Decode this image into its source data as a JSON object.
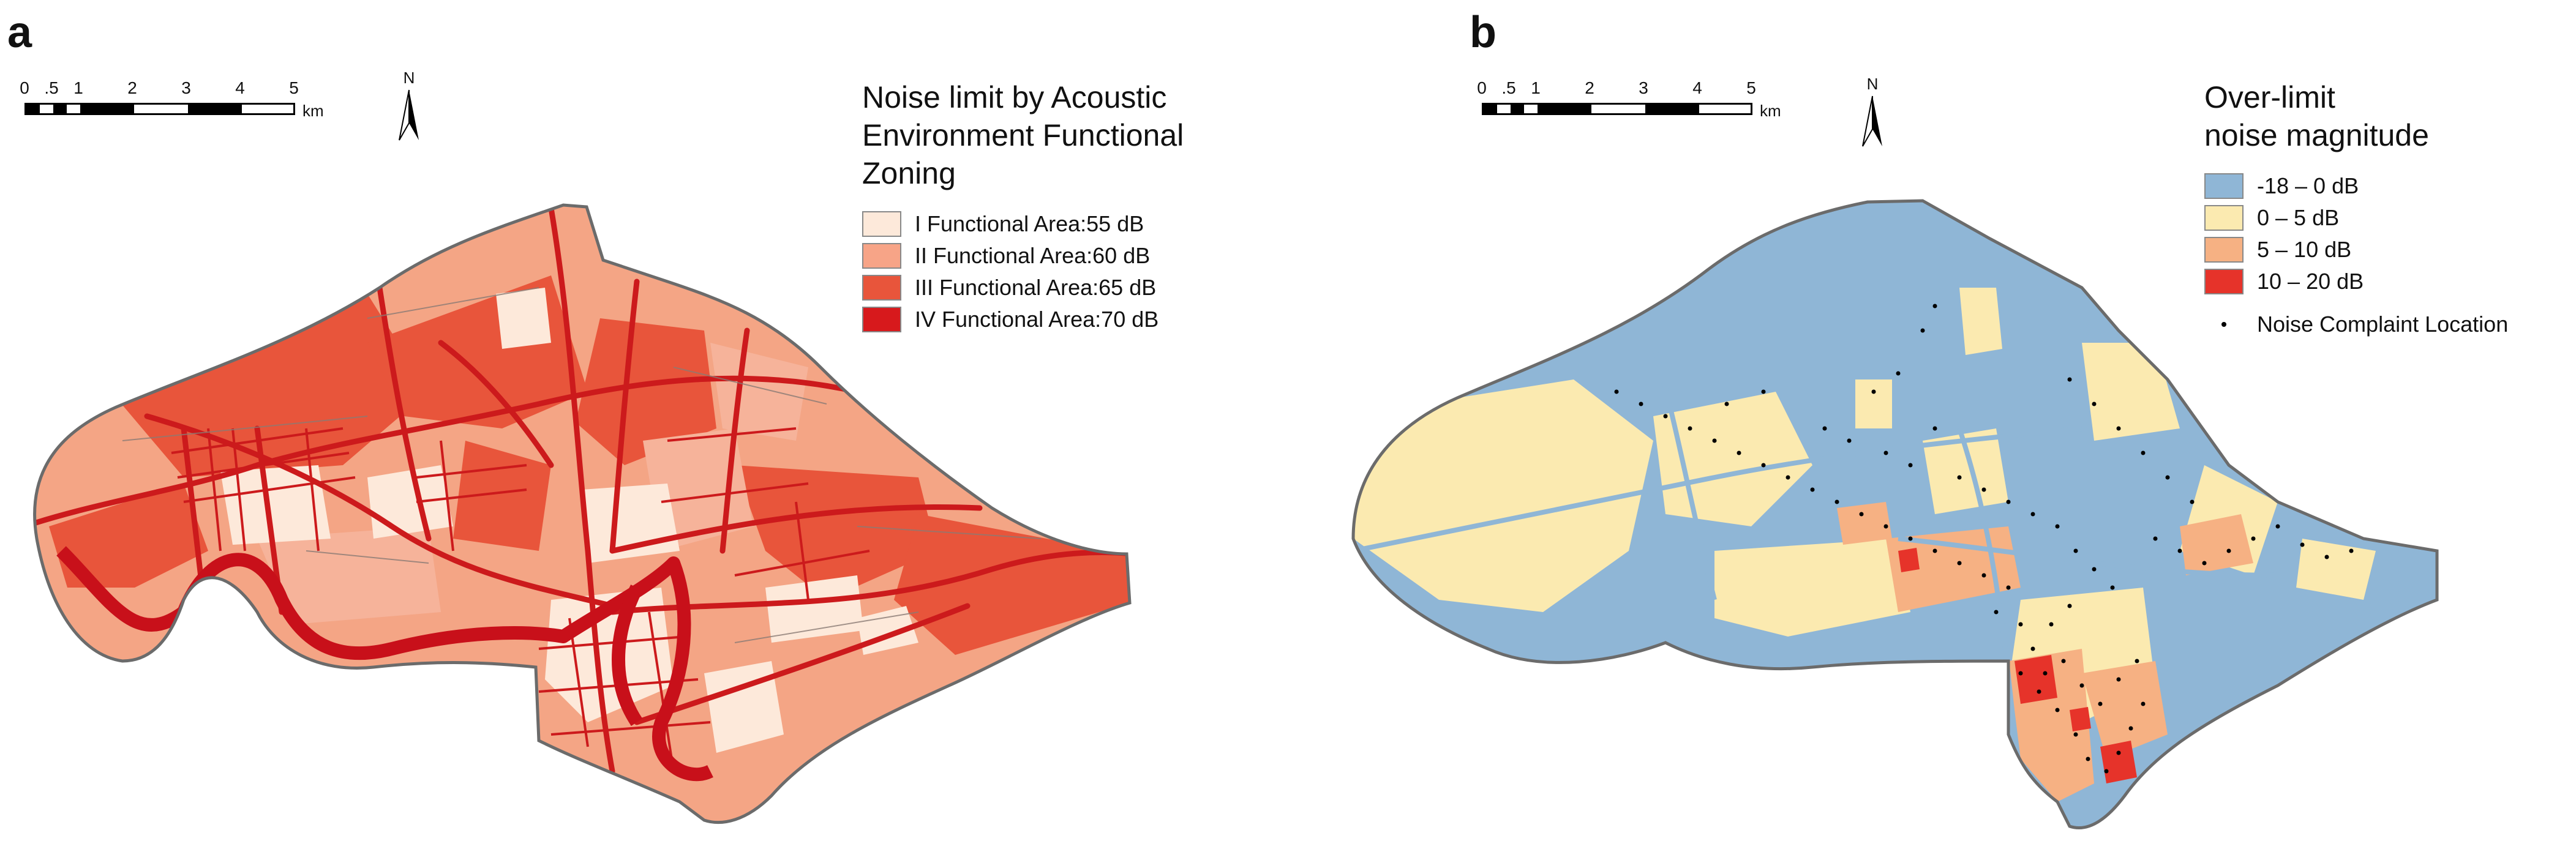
{
  "panel_a": {
    "letter": "a",
    "scale": {
      "ticks": [
        "0",
        ".5",
        "1",
        "2",
        "3",
        "4",
        "5"
      ],
      "unit": "km"
    },
    "north_label": "N",
    "legend": {
      "title_line1": "Noise limit by Acoustic",
      "title_line2": "Environment Functional Zoning",
      "items": [
        {
          "label": "I  Functional Area:55 dB",
          "color": "#fde9da"
        },
        {
          "label": "II  Functional Area:60 dB",
          "color": "#f7a487"
        },
        {
          "label": "III  Functional Area:65 dB",
          "color": "#e8553b"
        },
        {
          "label": "IV  Functional Area:70 dB",
          "color": "#d7191c"
        }
      ]
    }
  },
  "panel_b": {
    "letter": "b",
    "scale": {
      "ticks": [
        "0",
        ".5",
        "1",
        "2",
        "3",
        "4",
        "5"
      ],
      "unit": "km"
    },
    "north_label": "N",
    "legend": {
      "title_line1": "Over-limit",
      "title_line2": "noise magnitude",
      "items": [
        {
          "label": "-18  – 0 dB",
          "color": "#8fb6d6"
        },
        {
          "label": "0 – 5 dB",
          "color": "#fbeab0"
        },
        {
          "label": "5 – 10 dB",
          "color": "#f6b183"
        },
        {
          "label": "10 – 20 dB",
          "color": "#e6332a"
        }
      ],
      "point_label": "Noise Complaint Location"
    }
  }
}
